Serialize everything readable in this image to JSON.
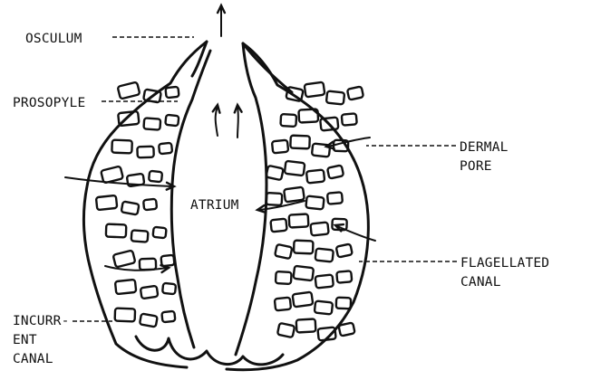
{
  "diagram": {
    "colors": {
      "ink": "#111111",
      "background": "#ffffff"
    },
    "labels": {
      "osculum": "OSCULUM",
      "prosopyle": "PROSOPYLE",
      "atrium": "ATRIUM",
      "dermal_pore": [
        "DERMAL",
        "PORE"
      ],
      "flagellated_canal": [
        "FLAGELLATED",
        "CANAL"
      ],
      "incurrent_canal": [
        "INCURR-",
        "ENT",
        "CANAL"
      ]
    }
  }
}
